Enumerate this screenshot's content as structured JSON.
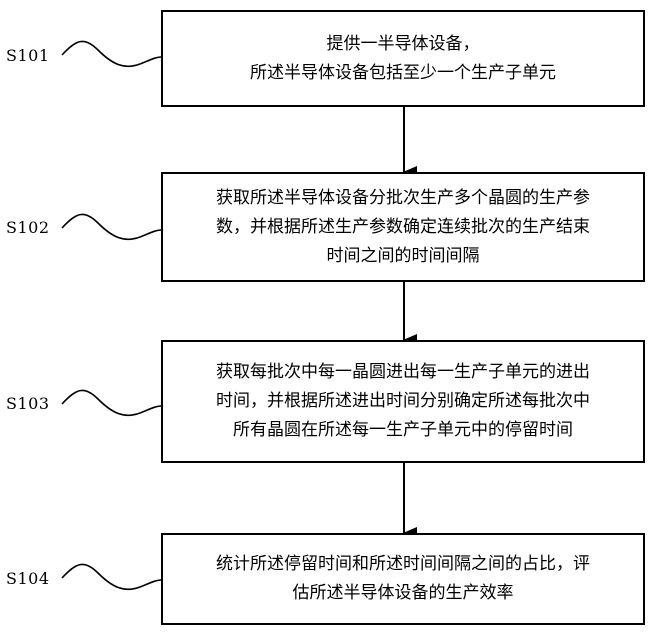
{
  "steps": [
    {
      "label": "S101",
      "lines": [
        "提供一半导体设备，",
        "所述半导体设备包括至少一个生产子单元"
      ]
    },
    {
      "label": "S102",
      "lines": [
        "获取所述半导体设备分批次生产多个晶圆的生产参",
        "数，并根据所述生产参数确定连续批次的生产结束",
        "时间之间的时间间隔"
      ]
    },
    {
      "label": "S103",
      "lines": [
        "获取每批次中每一晶圆进出每一生产子单元的进出",
        "时间，并根据所述进出时间分别确定所述每批次中",
        "所有晶圆在所述每一生产子单元中的停留时间"
      ]
    },
    {
      "label": "S104",
      "lines": [
        "统计所述停留时间和所述时间间隔之间的占比，评",
        "估所述半导体设备的生产效率"
      ]
    }
  ]
}
